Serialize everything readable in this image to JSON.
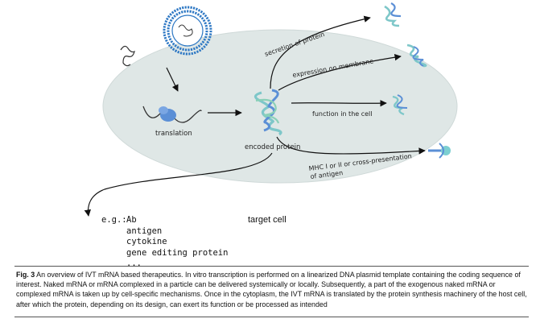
{
  "labels": {
    "translation": "translation",
    "encoded_protein": "encoded protein",
    "secretion": "secretion of protein",
    "expression": "expression on membrane",
    "function": "function in the cell",
    "mhc_line1": "MHC I or II  or cross-presentation",
    "mhc_line2": "of antigen",
    "target_cell": "target cell"
  },
  "examples": {
    "prefix": "e.g.:",
    "items": [
      "Ab",
      "antigen",
      "cytokine",
      "gene editing protein",
      "..."
    ]
  },
  "caption": {
    "label": "Fig. 3",
    "text": "An overview of IVT mRNA based therapeutics. In vitro transcription is performed on a linearized DNA plasmid template containing the coding sequence of interest. Naked mRNA or mRNA complexed in a particle can be delivered systemically or locally. Subsequently, a part of the exogenous naked mRNA or complexed mRNA is taken up by cell-specific mechanisms. Once in the cytoplasm, the IVT mRNA is translated by the protein synthesis machinery of the host cell, after which the protein, depending on its design, can exert its function or be processed as intended"
  },
  "colors": {
    "cell_fill": "#dfe7e6",
    "lipid_blue": "#2e78c4",
    "ribosome_blue": "#5b8fd6",
    "protein_teal": "#7ec7c9",
    "protein_blue": "#5b8fd6",
    "receptor_teal": "#7ccfd1"
  },
  "icons": [
    "lipid-nanoparticle-icon",
    "mrna-strand-icon",
    "ribosome-icon",
    "protein-icon",
    "mhc-receptor-icon"
  ]
}
